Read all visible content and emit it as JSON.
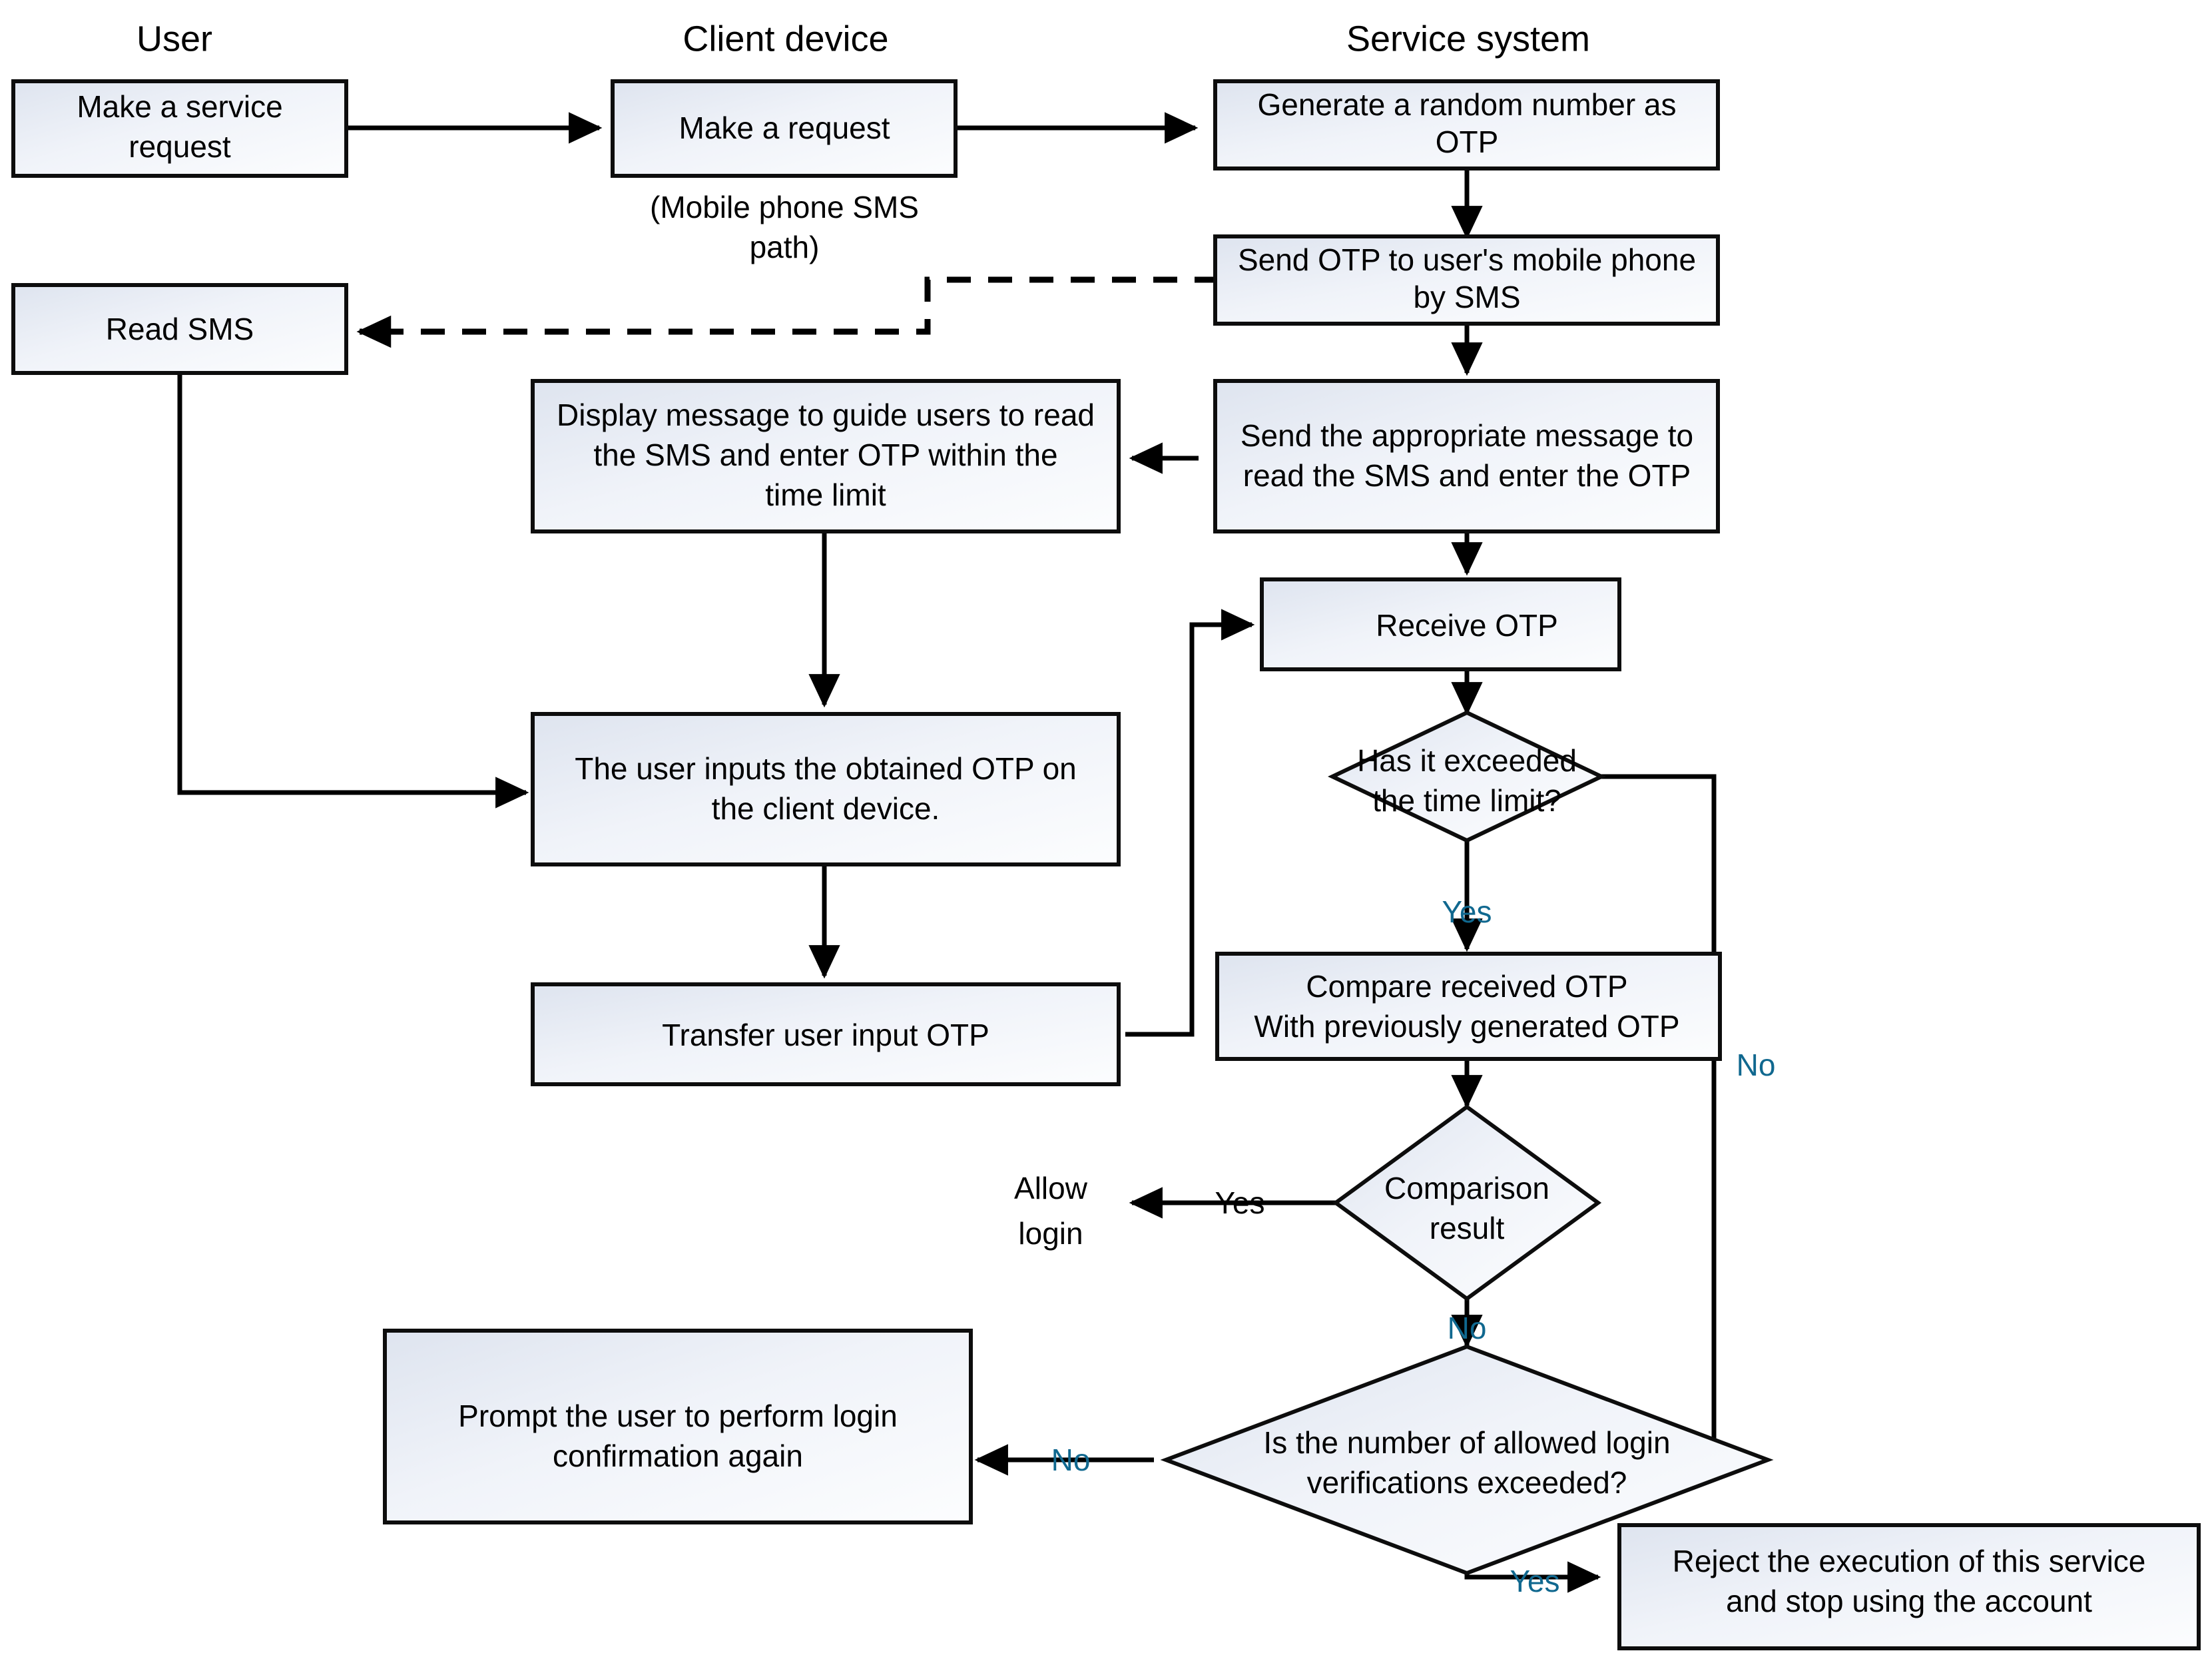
{
  "diagram": {
    "title": "OTP SMS login verification flowchart",
    "colors": {
      "shape_fill_start": "#dfe5ef",
      "shape_fill_end": "#fbfcfe",
      "shape_stroke": "#0d0d0d",
      "connector": "#000000",
      "label_teal": "#10688f",
      "label_black": "#000000",
      "background": "#ffffff"
    },
    "lanes": [
      {
        "id": "lane-user",
        "label": "User"
      },
      {
        "id": "lane-client",
        "label": "Client device"
      },
      {
        "id": "lane-service",
        "label": "Service system"
      }
    ],
    "nodes": [
      {
        "id": "make-service-request",
        "shape": "process",
        "lane": "user",
        "lines": [
          "Make a service",
          "request"
        ]
      },
      {
        "id": "make-request",
        "shape": "process",
        "lane": "client",
        "lines": [
          "Make a request"
        ]
      },
      {
        "id": "generate-otp",
        "shape": "process",
        "lane": "service",
        "lines": [
          "Generate a random number as",
          "OTP"
        ]
      },
      {
        "id": "send-otp-sms",
        "shape": "process",
        "lane": "service",
        "lines": [
          "Send OTP to user's mobile phone",
          "by SMS"
        ]
      },
      {
        "id": "read-sms",
        "shape": "process",
        "lane": "user",
        "lines": [
          "Read SMS"
        ]
      },
      {
        "id": "display-guide-message",
        "shape": "process",
        "lane": "client",
        "lines": [
          "Display message to guide users to read",
          "the SMS and enter OTP within the",
          "time limit"
        ]
      },
      {
        "id": "send-appropriate-message",
        "shape": "process",
        "lane": "service",
        "lines": [
          "Send the appropriate message to",
          "read the SMS and enter the OTP"
        ]
      },
      {
        "id": "receive-otp",
        "shape": "process",
        "lane": "service",
        "lines": [
          "Receive OTP"
        ]
      },
      {
        "id": "user-inputs-otp",
        "shape": "process",
        "lane": "client",
        "lines": [
          "The user inputs the obtained OTP on",
          "the client device."
        ]
      },
      {
        "id": "transfer-user-input-otp",
        "shape": "process",
        "lane": "client",
        "lines": [
          "Transfer user input OTP"
        ]
      },
      {
        "id": "time-limit-decision",
        "shape": "decision",
        "lane": "service",
        "lines": [
          "Has it exceeded",
          "the time limit?"
        ]
      },
      {
        "id": "compare-otp",
        "shape": "process",
        "lane": "service",
        "lines": [
          "Compare received OTP",
          "With previously generated OTP"
        ]
      },
      {
        "id": "comparison-result-decision",
        "shape": "decision",
        "lane": "service",
        "lines": [
          "Comparison",
          "result"
        ]
      },
      {
        "id": "login-attempts-decision",
        "shape": "decision",
        "lane": "service",
        "lines": [
          "Is the number of allowed login",
          "verifications exceeded?"
        ]
      },
      {
        "id": "prompt-login-again",
        "shape": "process",
        "lane": "client",
        "lines": [
          "Prompt the user to perform login",
          "confirmation again"
        ]
      },
      {
        "id": "reject-service",
        "shape": "process",
        "lane": "service",
        "lines": [
          "Reject the execution of this service",
          "and stop using the account"
        ]
      }
    ],
    "free_texts": [
      {
        "id": "mobile-sms-path-note",
        "lines": [
          "(Mobile phone SMS",
          "path)"
        ]
      },
      {
        "id": "allow-login-text",
        "lines": [
          "Allow",
          "login"
        ]
      }
    ],
    "edge_labels": [
      {
        "id": "time-limit-yes",
        "text": "Yes",
        "color": "teal"
      },
      {
        "id": "time-limit-no",
        "text": "No",
        "color": "teal"
      },
      {
        "id": "comparison-yes",
        "text": "Yes",
        "color": "black"
      },
      {
        "id": "comparison-no",
        "text": "No",
        "color": "teal"
      },
      {
        "id": "attempts-no",
        "text": "No",
        "color": "teal"
      },
      {
        "id": "attempts-yes",
        "text": "Yes",
        "color": "teal"
      }
    ]
  }
}
